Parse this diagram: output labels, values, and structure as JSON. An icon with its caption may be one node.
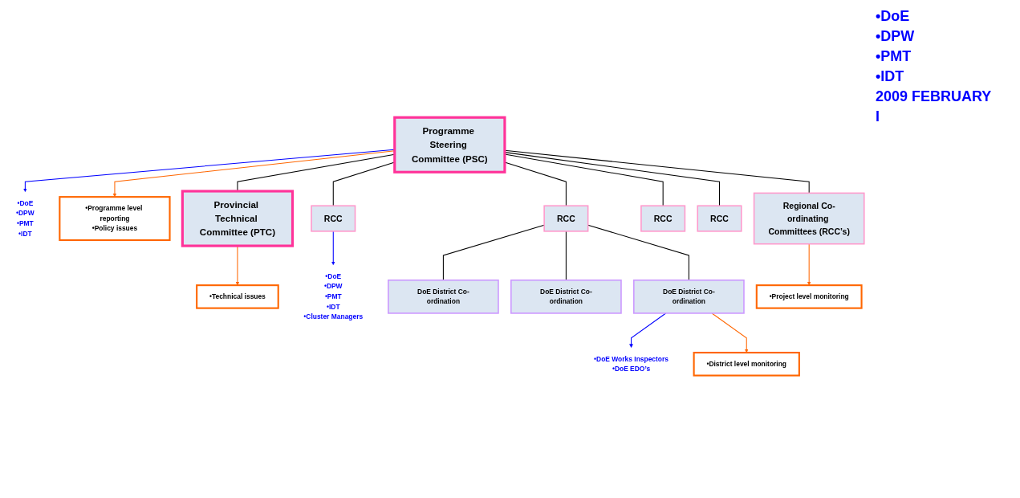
{
  "diagram": {
    "nodes": [
      {
        "text": [
          "Programme Steering Committee (PSC)"
        ]
      },
      {
        "text": [
          "•DoE",
          "•DPW",
          "•PMT",
          "•IDT"
        ]
      },
      {
        "text": [
          "•Programme level reporting",
          "•Policy issues"
        ]
      },
      {
        "text": [
          "•Technical issues"
        ]
      },
      {
        "text": [
          "Provincial Technical Committee (PTC)"
        ]
      },
      {
        "text": [
          "•DoE",
          "•DPW",
          "•PMT",
          "•IDT",
          "•Cluster Managers"
        ]
      },
      {
        "text": [
          "RCC"
        ]
      },
      {
        "text": [
          "RCC"
        ]
      },
      {
        "text": [
          "RCC"
        ]
      },
      {
        "text": [
          "RCC"
        ]
      },
      {
        "text": [
          "Regional Co-ordinating Committees (RCC’s)"
        ]
      },
      {
        "text": [
          "DoE District Co-ordination"
        ]
      },
      {
        "text": [
          "DoE District Co-ordination"
        ]
      },
      {
        "text": [
          "DoE District Co-ordination"
        ]
      },
      {
        "text": [
          "•DoE Works Inspectors",
          "•DoE EDO’s"
        ]
      },
      {
        "text": [
          "•Project level monitoring"
        ]
      },
      {
        "text": [
          "•District level monitoring"
        ]
      }
    ],
    "edges": [
      {
        "from": 0,
        "to": 1,
        "arrow": "to",
        "color": "#0000ff"
      },
      {
        "from": 0,
        "to": 2,
        "arrow": "to",
        "color": "#ff6600"
      },
      {
        "from": 0,
        "to": 4,
        "arrow": "none"
      },
      {
        "from": 4,
        "to": 3,
        "arrow": "to",
        "color": "#ff6600"
      },
      {
        "from": 0,
        "to": 6,
        "arrow": "none"
      },
      {
        "from": 0,
        "to": 7,
        "arrow": "none"
      },
      {
        "from": 0,
        "to": 8,
        "arrow": "none"
      },
      {
        "from": 0,
        "to": 9,
        "arrow": "none"
      },
      {
        "from": 0,
        "to": 10,
        "arrow": "none"
      },
      {
        "from": 6,
        "to": 5,
        "arrow": "to",
        "color": "#0000ff"
      },
      {
        "from": 7,
        "to": 11,
        "arrow": "none"
      },
      {
        "from": 7,
        "to": 12,
        "arrow": "none"
      },
      {
        "from": 7,
        "to": 13,
        "arrow": "none"
      },
      {
        "from": 13,
        "to": 14,
        "arrow": "to",
        "color": "#0000ff"
      },
      {
        "from": 13,
        "to": 16,
        "arrow": "to",
        "color": "#ff6600"
      },
      {
        "from": 10,
        "to": 15,
        "arrow": "to",
        "color": "#ff6600"
      }
    ],
    "labels": [
      "•DoE",
      "•DPW",
      "•PMT",
      "•IDT",
      "2009 FEBRUARY",
      "I"
    ]
  }
}
